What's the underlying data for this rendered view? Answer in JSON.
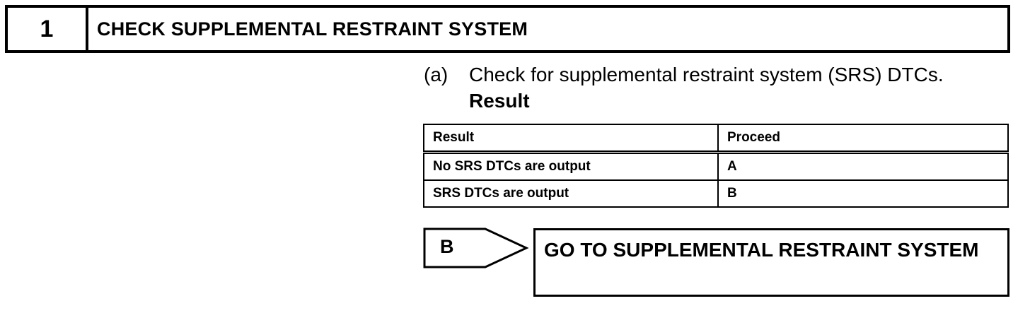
{
  "step": {
    "number": "1",
    "title": "CHECK SUPPLEMENTAL RESTRAINT SYSTEM"
  },
  "instruction": {
    "marker": "(a)",
    "text": "Check for supplemental restraint system (SRS) DTCs.",
    "result_heading": "Result"
  },
  "result_table": {
    "headers": [
      "Result",
      "Proceed"
    ],
    "rows": [
      [
        "No SRS DTCs are output",
        "A"
      ],
      [
        "SRS DTCs are output",
        "B"
      ]
    ]
  },
  "branch": {
    "label": "B",
    "target": "GO TO SUPPLEMENTAL RESTRAINT SYSTEM"
  }
}
